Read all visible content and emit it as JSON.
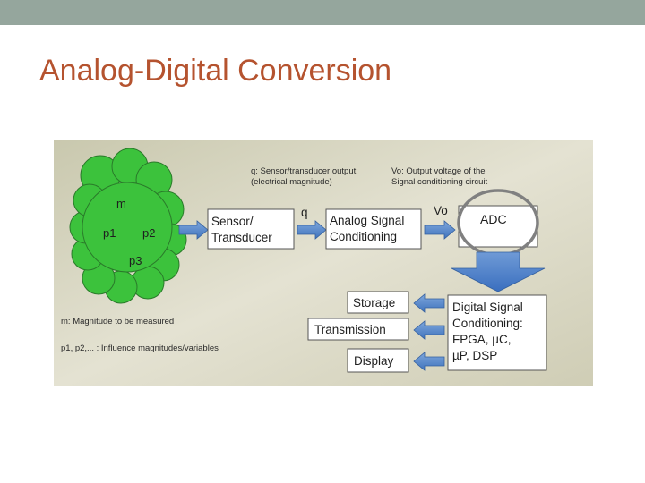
{
  "slide": {
    "title": "Analog-Digital Conversion"
  },
  "colors": {
    "topbar": "#95a69d",
    "title": "#b5532f",
    "figure_bg": "#d8d6c2",
    "cloud": "#3cc23c",
    "arrow": "#4a80c8",
    "circle": "#808080"
  },
  "diagram": {
    "cloud": {
      "m": "m",
      "p1": "p1",
      "p2": "p2",
      "p3": "p3"
    },
    "sensor": {
      "line1": "Sensor/",
      "line2": "Transducer"
    },
    "q_label": "q",
    "q_note": {
      "line1": "q: Sensor/transducer output",
      "line2": "(electrical magnitude)"
    },
    "analog": {
      "line1": "Analog Signal",
      "line2": "Conditioning"
    },
    "vo_label": "Vo",
    "vo_note": {
      "line1": "Vo: Output voltage of the",
      "line2": "Signal conditioning circuit"
    },
    "adc": "ADC",
    "digital": {
      "line1": "Digital Signal",
      "line2": "Conditioning:",
      "line3": "FPGA, µC,",
      "line4": "µP, DSP"
    },
    "storage": "Storage",
    "transmission": "Transmission",
    "display": "Display",
    "note_m": "m: Magnitude to be measured",
    "note_p": "p1, p2,... : Influence magnitudes/variables"
  }
}
